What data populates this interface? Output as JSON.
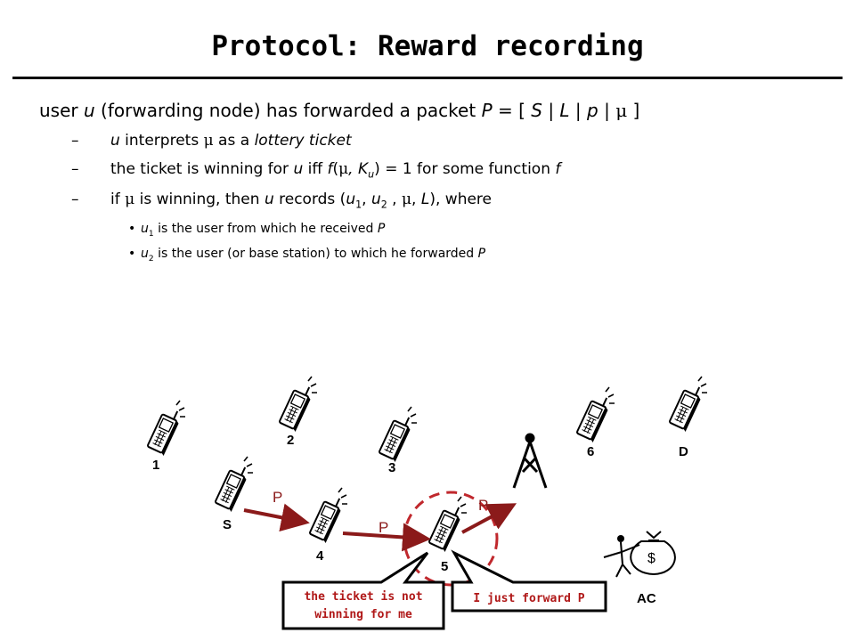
{
  "title": "Protocol: Reward recording",
  "bullets": {
    "main": {
      "pre1": "user ",
      "u1": "u",
      "pre2": " (forwarding node) has forwarded a packet ",
      "P": "P",
      "eq": " = [ ",
      "S": "S",
      "sep1": " | ",
      "L": "L",
      "sep2": " | ",
      "p": "p",
      "sep3": " | ",
      "mu": "μ",
      "close": " ]"
    },
    "sub1": {
      "dash": "–",
      "u": "u",
      "t1": " interprets ",
      "mu": "μ",
      "t2": " as a ",
      "ticket": "lottery ticket"
    },
    "sub2": {
      "dash": "–",
      "t1": "the ticket is winning for ",
      "u": "u",
      "t2": " iff ",
      "f": "f",
      "t3": "(",
      "mu": "μ",
      "t4": ", K",
      "ku": "u",
      "t5": ") = 1 for some function ",
      "f2": "f"
    },
    "sub3": {
      "dash": "–",
      "t1": "if ",
      "mu": "μ",
      "t2": " is winning, then ",
      "u": "u",
      "t3": " records (",
      "u_a": "u",
      "sub_a": "1",
      "t4": ", ",
      "u_b": "u",
      "sub_b": "2",
      "t5": " , ",
      "mu2": "μ",
      "t6": ", ",
      "L": "L",
      "t7": "), where"
    },
    "sub3a": {
      "dot": "•",
      "u": "u",
      "sub": "1",
      "t1": " is the user from which he received ",
      "P": "P"
    },
    "sub3b": {
      "dot": "•",
      "u": "u",
      "sub": "2",
      "t1": " is the user (or base station) to which he forwarded ",
      "P": "P"
    }
  },
  "diagram": {
    "nodes": [
      "1",
      "2",
      "3",
      "6",
      "D",
      "S",
      "4",
      "5",
      "AC"
    ],
    "packet_label": "P",
    "money_symbol": "$",
    "callout_left": [
      "the ticket is not",
      "winning for me"
    ],
    "callout_right": "I just forward P",
    "colors": {
      "arrow": "#8b1a1a",
      "dashed_circle": "#c0282d",
      "callout_text": "#b01818"
    }
  }
}
